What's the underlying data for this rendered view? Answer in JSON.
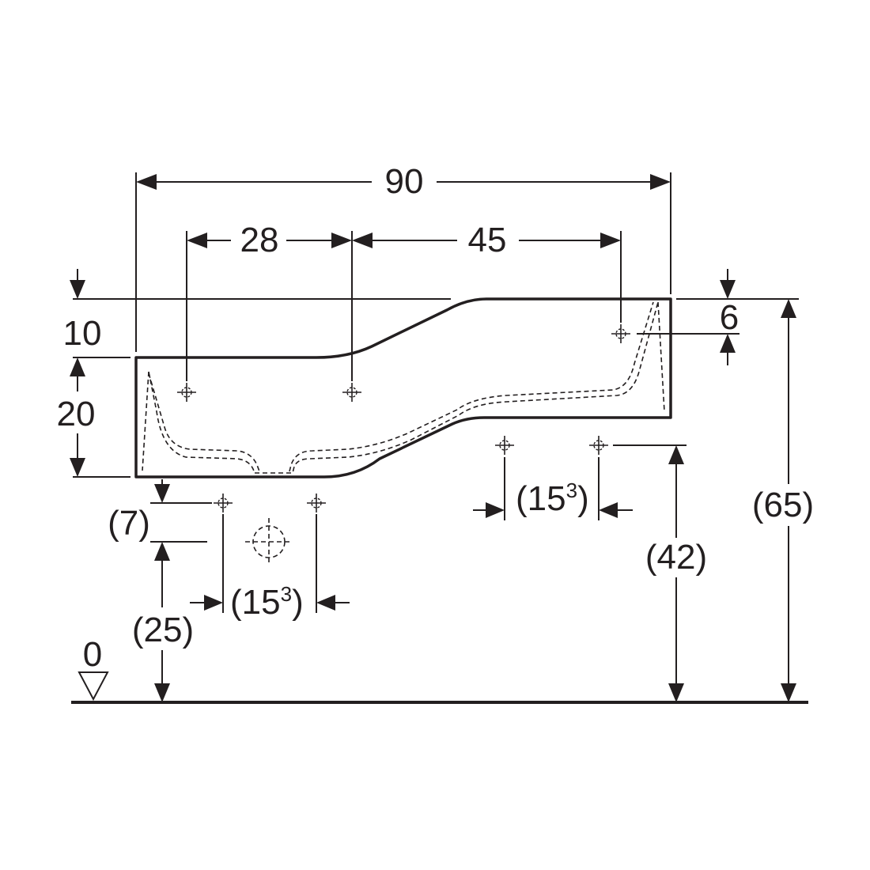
{
  "drawing": {
    "dimensions": {
      "overall_width": "90",
      "left_hole_spacing": "28",
      "right_hole_spacing": "45",
      "top_offset": "10",
      "left_depth": "20",
      "right_top_offset": "6",
      "left_below": "(7)",
      "left_height": "(25)",
      "right_height": "(42)",
      "total_height": "(65)",
      "left_bracket_spacing_base": "(15",
      "left_bracket_spacing_sup": "3",
      "left_bracket_spacing_close": ")",
      "right_bracket_spacing_base": "(15",
      "right_bracket_spacing_sup": "3",
      "right_bracket_spacing_close": ")",
      "floor_level": "0"
    }
  }
}
